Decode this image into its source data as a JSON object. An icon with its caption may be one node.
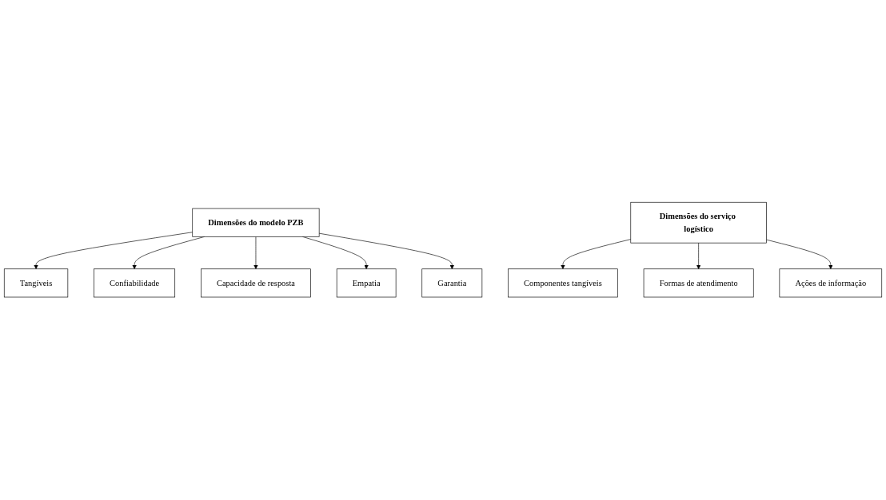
{
  "diagram": {
    "nodes": [
      {
        "text": [
          "Dimensões do modelo PZB"
        ]
      },
      {
        "text": [
          "Tangíveis"
        ]
      },
      {
        "text": [
          "Confiabilidade"
        ]
      },
      {
        "text": [
          "Capacidade de resposta"
        ]
      },
      {
        "text": [
          "Empatia"
        ]
      },
      {
        "text": [
          "Garantia"
        ]
      },
      {
        "text": [
          "Componentes tangíveis"
        ]
      },
      {
        "text": [
          "Formas de atendimento"
        ]
      },
      {
        "text": [
          "Ações de informação"
        ]
      },
      {
        "text": [
          "Dimensões do serviço logístico"
        ]
      }
    ],
    "edges": [
      {
        "from": 0,
        "to": 1,
        "arrow": "to"
      },
      {
        "from": 0,
        "to": 2,
        "arrow": "to"
      },
      {
        "from": 0,
        "to": 3,
        "arrow": "to"
      },
      {
        "from": 0,
        "to": 4,
        "arrow": "to"
      },
      {
        "from": 0,
        "to": 5,
        "arrow": "to"
      },
      {
        "from": 9,
        "to": 6,
        "arrow": "to"
      },
      {
        "from": 9,
        "to": 7,
        "arrow": "to"
      },
      {
        "from": 9,
        "to": 8,
        "arrow": "to"
      }
    ]
  }
}
